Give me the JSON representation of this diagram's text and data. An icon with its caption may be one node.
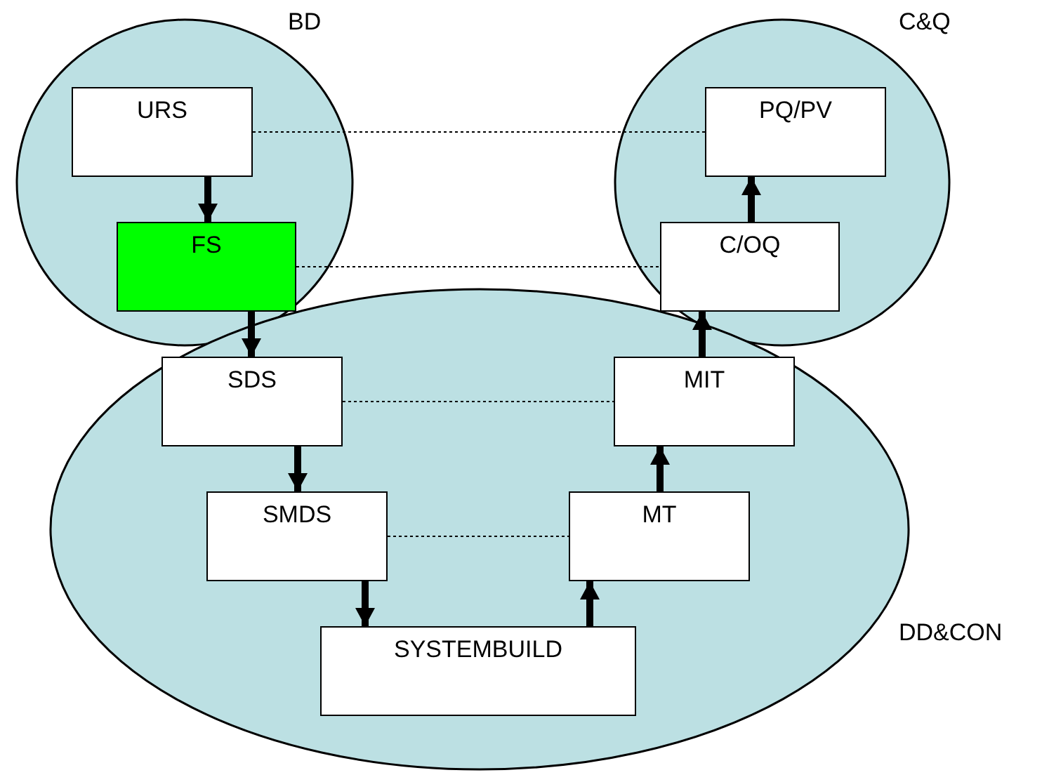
{
  "diagram": {
    "nodes": [
      {
        "text": [
          "BD"
        ]
      },
      {
        "text": [
          "C&Q"
        ]
      },
      {
        "text": [
          "DD&CON"
        ]
      },
      {
        "text": [
          "URS"
        ],
        "in": 0
      },
      {
        "text": [
          "FS"
        ],
        "in": 0
      },
      {
        "text": [
          "PQ/PV"
        ],
        "in": 1
      },
      {
        "text": [
          "C/OQ"
        ],
        "in": 1
      },
      {
        "text": [
          "SDS"
        ],
        "in": 2
      },
      {
        "text": [
          "MIT"
        ],
        "in": 2
      },
      {
        "text": [
          "SMDS"
        ],
        "in": 2
      },
      {
        "text": [
          "MT"
        ],
        "in": 2
      },
      {
        "text": [
          "SYSTEMBUILD"
        ],
        "in": 2
      }
    ],
    "edges": [
      {
        "from": 3,
        "to": 4,
        "arrow": "to"
      },
      {
        "from": 4,
        "to": 7,
        "arrow": "to"
      },
      {
        "from": 7,
        "to": 9,
        "arrow": "to"
      },
      {
        "from": 9,
        "to": 11,
        "arrow": "to"
      },
      {
        "from": 11,
        "to": 10,
        "arrow": "to"
      },
      {
        "from": 10,
        "to": 8,
        "arrow": "to"
      },
      {
        "from": 8,
        "to": 6,
        "arrow": "to"
      },
      {
        "from": 6,
        "to": 5,
        "arrow": "to"
      },
      {
        "from": 3,
        "to": 5,
        "arrow": "none",
        "style": "dashed"
      },
      {
        "from": 4,
        "to": 6,
        "arrow": "none",
        "style": "dashed"
      },
      {
        "from": 7,
        "to": 8,
        "arrow": "none",
        "style": "dashed"
      },
      {
        "from": 9,
        "to": 10,
        "arrow": "none",
        "style": "dashed"
      }
    ]
  }
}
